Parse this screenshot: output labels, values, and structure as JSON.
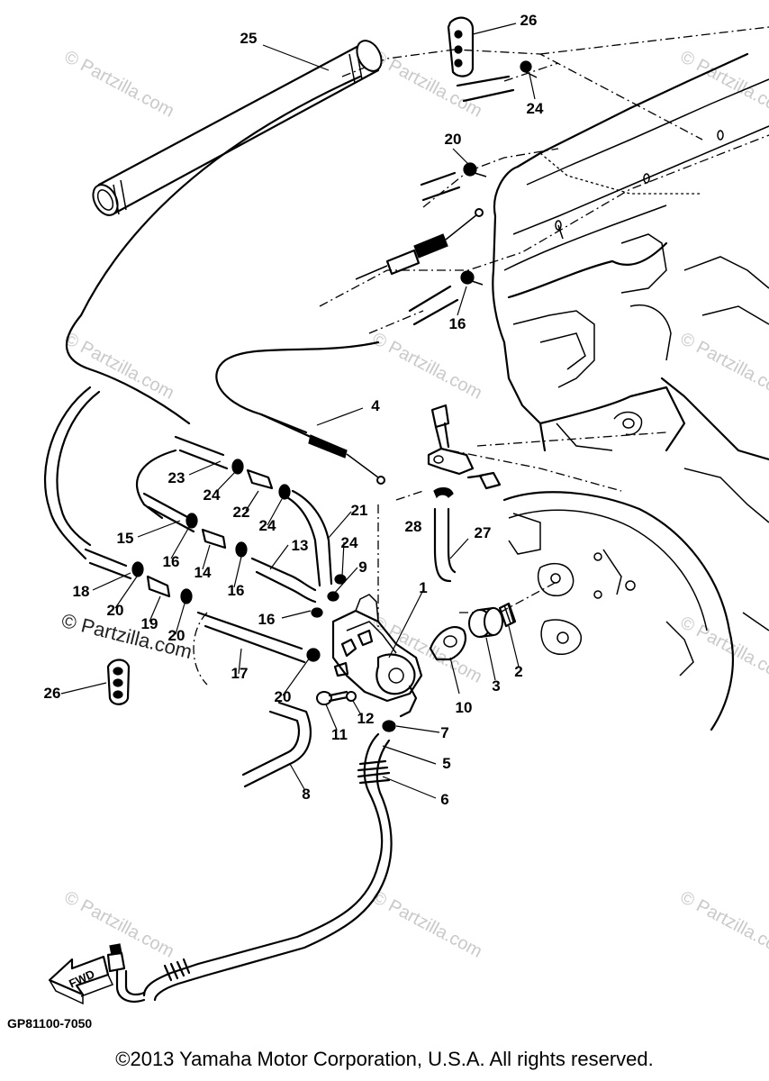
{
  "diagram": {
    "code": "GP81100-7050",
    "copyright": "©2013 Yamaha Motor Corporation, U.S.A. All rights reserved.",
    "direction_label": "FWD",
    "watermark_small": "© Partzilla.com",
    "watermark_large": "© Partzilla.com",
    "callouts": [
      "1",
      "2",
      "3",
      "4",
      "5",
      "6",
      "7",
      "8",
      "9",
      "10",
      "11",
      "12",
      "13",
      "14",
      "15",
      "16",
      "16",
      "16",
      "16",
      "17",
      "18",
      "19",
      "20",
      "20",
      "20",
      "20",
      "21",
      "22",
      "23",
      "24",
      "24",
      "24",
      "24",
      "25",
      "26",
      "26",
      "27",
      "28"
    ]
  }
}
